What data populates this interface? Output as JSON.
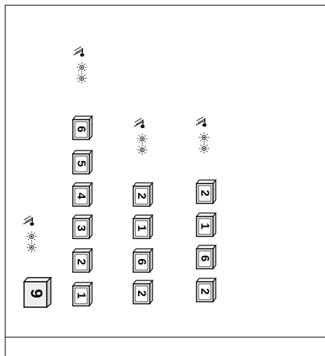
{
  "columns": [
    {
      "name": "column-1",
      "keys": [
        "6",
        "5",
        "4",
        "3",
        "2",
        "1"
      ]
    },
    {
      "name": "column-2",
      "keys": [
        "2",
        "1",
        "6",
        "2"
      ]
    },
    {
      "name": "column-3",
      "keys": [
        "2",
        "1",
        "6",
        "2"
      ]
    }
  ],
  "start_key": {
    "label": "9"
  },
  "indicator_icon": "music-sound-indicator-icon",
  "colors": {
    "line": "#000000",
    "key_face": "#ffffff",
    "key_side": "#d8d8d8",
    "start_face": "#ededed"
  }
}
